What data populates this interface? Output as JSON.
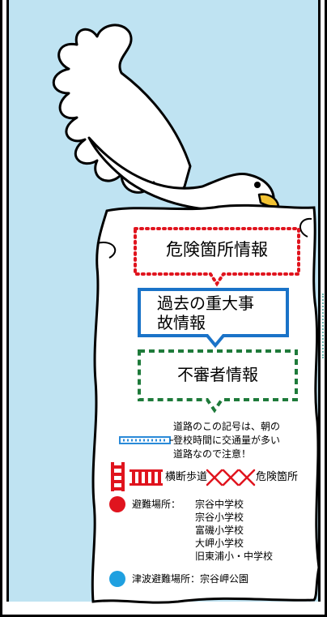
{
  "legend": {
    "box_danger": "危険箇所情報",
    "box_accident": "過去の重大事故情報",
    "box_accident_lines": [
      "過去の重大事",
      "故情報"
    ],
    "box_suspicious": "不審者情報",
    "road_note_lines": [
      "道路のこの記号は、朝の",
      "登校時間に交通量が多い",
      "道路なので注意！"
    ],
    "crosswalk_label": "横断歩道",
    "danger_spot_label": "危険箇所",
    "shelter_title": "避難場所：",
    "shelters": [
      "宗谷中学校",
      "宗谷小学校",
      "富磯小学校",
      "大岬小学校",
      "旧東浦小・中学校"
    ],
    "tsunami_label": "津波避難場所：宗谷岬公園"
  },
  "icons": [
    "dove-icon",
    "crosswalk-icon",
    "danger-x-icon",
    "red-dot-icon",
    "blue-dot-icon",
    "dotted-road-icon"
  ],
  "colors": {
    "sky": "#bfe3f2",
    "danger_red": "#e0141e",
    "accident_blue": "#1a73c8",
    "suspicious_green": "#1e7a3a",
    "road_blue": "#2a8ad8",
    "tsunami_blue": "#1fa0e0"
  }
}
